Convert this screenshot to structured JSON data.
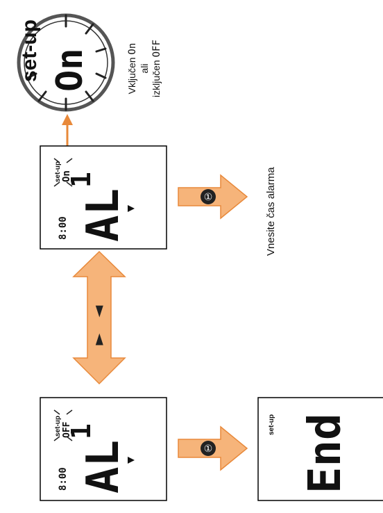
{
  "labels": {
    "enter_alarm_time": "Vnesite čas alarma",
    "on_line": "Vključen",
    "on_word": "On",
    "or": "ali",
    "off_line": "izključen",
    "off_word": "OFF"
  },
  "lcd": {
    "time": "8:00",
    "alarm_mode": "AL",
    "alarm_num": "1",
    "setup": "set-up",
    "on_state": "On",
    "off_state": "OFF",
    "end": "End"
  },
  "buttons": {
    "enter_symbol": "①",
    "nav_up": "◄",
    "nav_down": "►"
  },
  "colors": {
    "arrow_fill": "#f6b47a",
    "arrow_stroke": "#e8893a",
    "pointer": "#e8893a",
    "lcd_stroke": "#000000"
  }
}
